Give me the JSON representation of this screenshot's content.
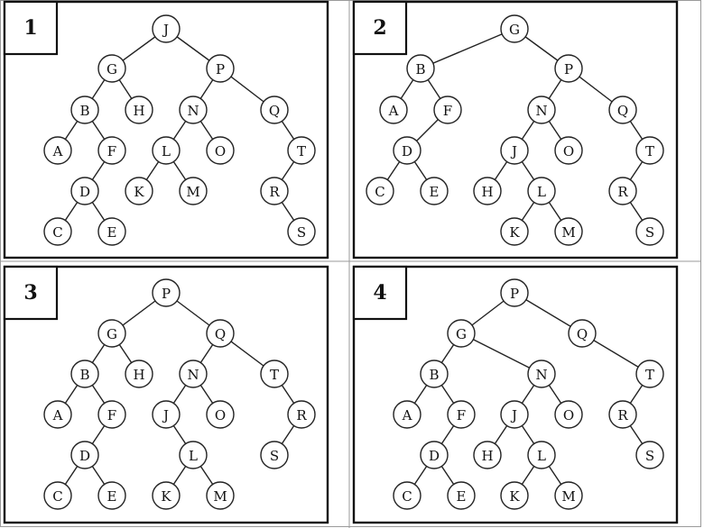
{
  "panels": [
    {
      "label": "1",
      "nodes": [
        "J",
        "G",
        "P",
        "B",
        "H",
        "N",
        "Q",
        "A",
        "F",
        "L",
        "O",
        "T",
        "D",
        "K",
        "M",
        "R",
        "C",
        "E",
        "S"
      ],
      "edges": [
        [
          "J",
          "G"
        ],
        [
          "J",
          "P"
        ],
        [
          "G",
          "B"
        ],
        [
          "G",
          "H"
        ],
        [
          "P",
          "N"
        ],
        [
          "P",
          "Q"
        ],
        [
          "B",
          "A"
        ],
        [
          "B",
          "F"
        ],
        [
          "N",
          "L"
        ],
        [
          "N",
          "O"
        ],
        [
          "Q",
          "T"
        ],
        [
          "F",
          "D"
        ],
        [
          "L",
          "K"
        ],
        [
          "L",
          "M"
        ],
        [
          "T",
          "R"
        ],
        [
          "D",
          "C"
        ],
        [
          "D",
          "E"
        ],
        [
          "R",
          "S"
        ]
      ]
    },
    {
      "label": "2",
      "nodes": [
        "G",
        "B",
        "P",
        "A",
        "F",
        "N",
        "Q",
        "D",
        "J",
        "O",
        "T",
        "C",
        "E",
        "H",
        "L",
        "R",
        "K",
        "M",
        "S"
      ],
      "edges": [
        [
          "G",
          "B"
        ],
        [
          "G",
          "P"
        ],
        [
          "B",
          "A"
        ],
        [
          "B",
          "F"
        ],
        [
          "P",
          "N"
        ],
        [
          "P",
          "Q"
        ],
        [
          "F",
          "D"
        ],
        [
          "N",
          "J"
        ],
        [
          "N",
          "O"
        ],
        [
          "Q",
          "T"
        ],
        [
          "D",
          "C"
        ],
        [
          "D",
          "E"
        ],
        [
          "J",
          "H"
        ],
        [
          "J",
          "L"
        ],
        [
          "T",
          "R"
        ],
        [
          "L",
          "K"
        ],
        [
          "L",
          "M"
        ],
        [
          "R",
          "S"
        ]
      ]
    },
    {
      "label": "3",
      "nodes": [
        "P",
        "G",
        "Q",
        "B",
        "H",
        "N",
        "T",
        "A",
        "F",
        "J",
        "O",
        "R",
        "D",
        "L",
        "S",
        "C",
        "E",
        "K",
        "M"
      ],
      "edges": [
        [
          "P",
          "G"
        ],
        [
          "P",
          "Q"
        ],
        [
          "G",
          "B"
        ],
        [
          "G",
          "H"
        ],
        [
          "Q",
          "N"
        ],
        [
          "Q",
          "T"
        ],
        [
          "B",
          "A"
        ],
        [
          "B",
          "F"
        ],
        [
          "N",
          "J"
        ],
        [
          "N",
          "O"
        ],
        [
          "T",
          "R"
        ],
        [
          "F",
          "D"
        ],
        [
          "J",
          "L"
        ],
        [
          "R",
          "S"
        ],
        [
          "D",
          "C"
        ],
        [
          "D",
          "E"
        ],
        [
          "L",
          "K"
        ],
        [
          "L",
          "M"
        ]
      ]
    },
    {
      "label": "4",
      "nodes": [
        "P",
        "G",
        "Q",
        "B",
        "N",
        "T",
        "A",
        "F",
        "J",
        "O",
        "R",
        "D",
        "H",
        "L",
        "S",
        "C",
        "E",
        "K",
        "M"
      ],
      "edges": [
        [
          "P",
          "G"
        ],
        [
          "P",
          "Q"
        ],
        [
          "G",
          "B"
        ],
        [
          "G",
          "N"
        ],
        [
          "Q",
          "T"
        ],
        [
          "B",
          "A"
        ],
        [
          "B",
          "F"
        ],
        [
          "N",
          "J"
        ],
        [
          "N",
          "O"
        ],
        [
          "T",
          "R"
        ],
        [
          "F",
          "D"
        ],
        [
          "J",
          "H"
        ],
        [
          "J",
          "L"
        ],
        [
          "R",
          "S"
        ],
        [
          "D",
          "C"
        ],
        [
          "D",
          "E"
        ],
        [
          "L",
          "K"
        ],
        [
          "L",
          "M"
        ]
      ]
    }
  ]
}
